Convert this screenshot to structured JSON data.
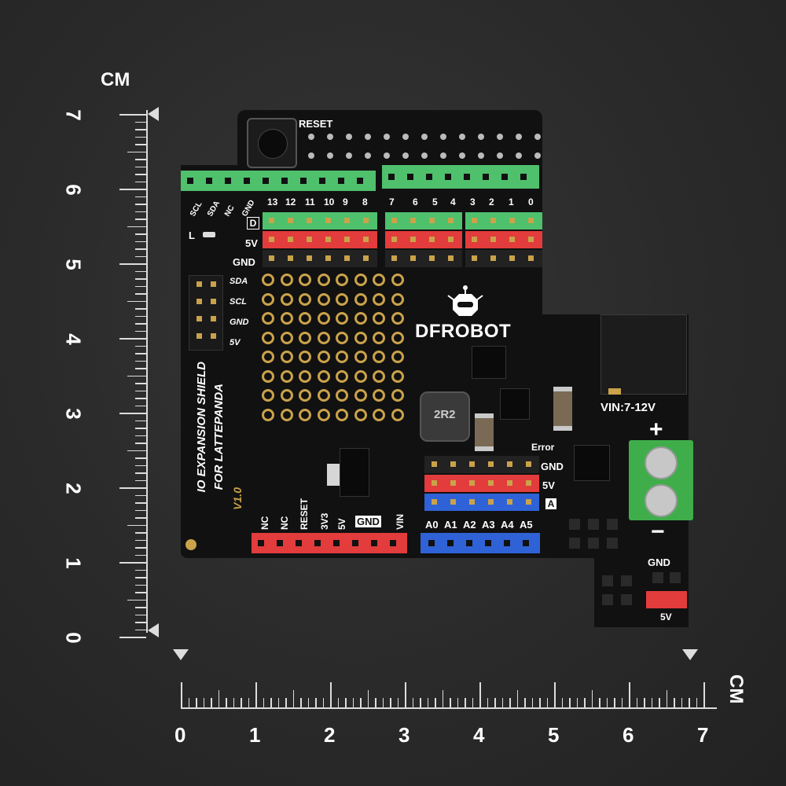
{
  "ruler": {
    "unit_left": "CM",
    "unit_bottom": "CM",
    "vertical_numbers": [
      "7",
      "6",
      "5",
      "4",
      "3",
      "2",
      "1",
      "0"
    ],
    "horizontal_numbers": [
      "0",
      "1",
      "2",
      "3",
      "4",
      "5",
      "6",
      "7"
    ]
  },
  "board": {
    "title_line1": "IO EXPANSION SHIELD",
    "title_line2": "FOR LATTEPANDA",
    "version": "V1.0",
    "brand": "DFROBOT",
    "reset_label": "RESET",
    "vin_label": "VIN:7-12V",
    "plus_label": "+",
    "minus_label": "−",
    "error_label": "Error",
    "inductor_label": "2R2",
    "led_label": "L",
    "digital_top_labels": [
      "SCL",
      "SDA",
      "NC",
      "GND"
    ],
    "digital_pins": [
      "13",
      "12",
      "11",
      "10",
      "9",
      "8",
      "7",
      "6",
      "5",
      "4",
      "3",
      "2",
      "1",
      "0"
    ],
    "digital_group_letter": "D",
    "row_5v": "5V",
    "row_gnd": "GND",
    "i2c_labels": [
      "SDA",
      "SCL",
      "GND",
      "5V"
    ],
    "power_pins": [
      "NC",
      "NC",
      "RESET",
      "3V3",
      "5V",
      "GND",
      "VIN"
    ],
    "analog_pins": [
      "A0",
      "A1",
      "A2",
      "A3",
      "A4",
      "A5"
    ],
    "analog_row_gnd": "GND",
    "analog_row_5v": "5V",
    "analog_group_letter": "A",
    "ext_gnd": "GND",
    "ext_5v": "5V"
  },
  "colors": {
    "board": "#121212",
    "header_green": "#4fc06c",
    "header_red": "#e23c3c",
    "header_blue": "#2f62d6",
    "terminal_green": "#3fae4a",
    "pin_gold": "#caa24a"
  }
}
